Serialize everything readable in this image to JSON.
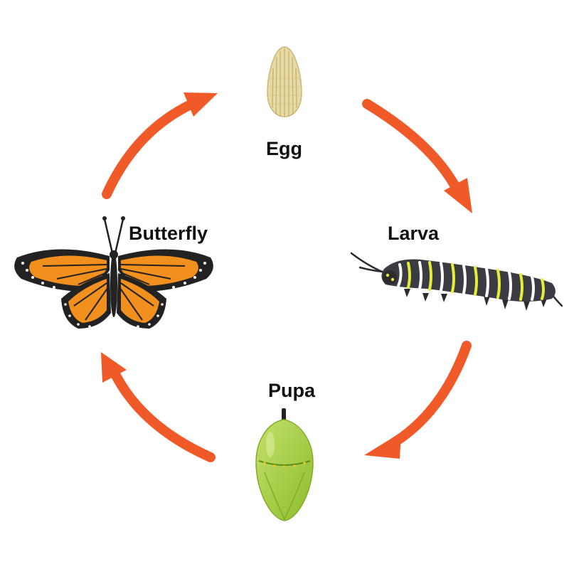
{
  "stages": {
    "egg": "Egg",
    "larva": "Larva",
    "pupa": "Pupa",
    "butterfly": "Butterfly"
  },
  "colors": {
    "arrow": "#ef5a28",
    "egg": "#e9d9a3",
    "pupa": "#a5d03f",
    "butterfly_orange": "#f2901f",
    "larva_body": "#3b3b44"
  },
  "icons": {
    "egg": "egg-icon",
    "larva": "caterpillar-icon",
    "pupa": "chrysalis-icon",
    "butterfly": "monarch-butterfly-icon"
  }
}
